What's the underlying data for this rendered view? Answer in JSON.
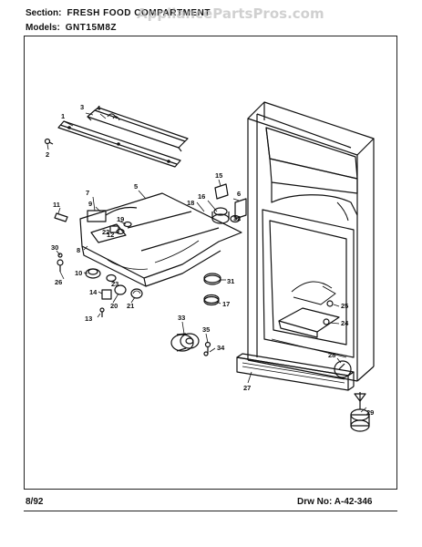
{
  "header": {
    "section_label": "Section:",
    "section_value": "FRESH FOOD COMPARTMENT",
    "models_label": "Models:",
    "models_value": "GNT15M8Z",
    "watermark": "AppliancePartsPros.com"
  },
  "footer": {
    "date": "8/92",
    "drawing_label": "Drw No:",
    "drawing_number": "A-42-346"
  },
  "part_labels": [
    "1",
    "2",
    "3",
    "4",
    "5",
    "6",
    "7",
    "8",
    "9",
    "10",
    "11",
    "12",
    "13",
    "14",
    "15",
    "16",
    "17",
    "18",
    "19",
    "20",
    "21",
    "22",
    "23",
    "24",
    "25",
    "26",
    "27",
    "28",
    "29",
    "30",
    "31",
    "32",
    "33",
    "34",
    "35"
  ],
  "colors": {
    "ink": "#111111",
    "background": "#ffffff",
    "watermark": "#b8b8b8"
  }
}
